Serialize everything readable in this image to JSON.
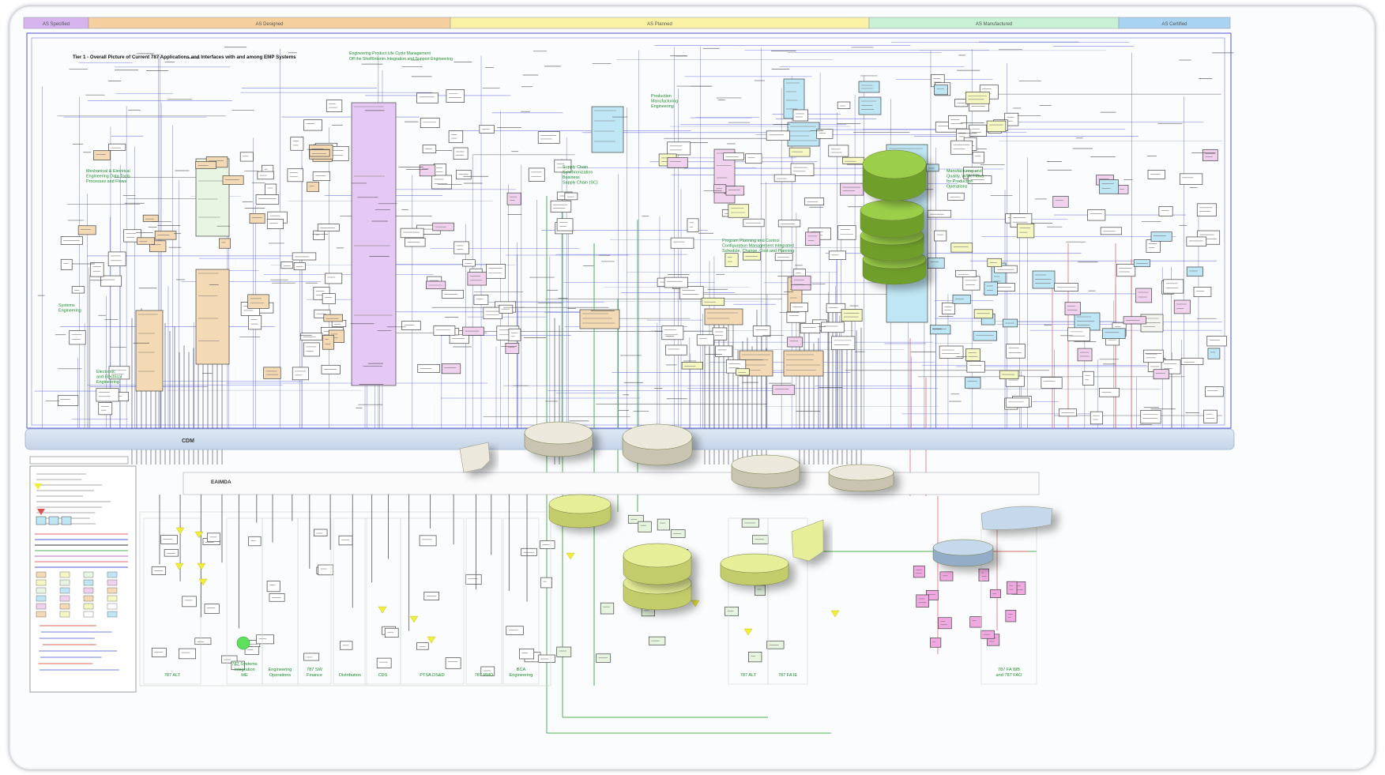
{
  "header_phases": [
    {
      "label": "AS Specified",
      "color": "#d6b4ee"
    },
    {
      "label": "AS Designed",
      "color": "#f6cf9f"
    },
    {
      "label": "AS Planned",
      "color": "#f9f2a4"
    },
    {
      "label": "AS Manufactured",
      "color": "#c8f0d4"
    },
    {
      "label": "AS Certified",
      "color": "#a8d4f2"
    }
  ],
  "title": "Tier 1 - Overall Picture of Current 787 Applications and Interfaces with and among EMP Systems",
  "subtitle_lines": [
    "Engineering Product Life Cycle Management",
    "Off the Shelf/Interim Integration and Support Engineering"
  ],
  "upper_green_labels": [
    [
      "Mechanical & Electrical",
      "Engineering Data Tools",
      "Processes and Flows"
    ],
    [
      "Systems",
      "Engineering"
    ],
    [
      "Electronic",
      "and Electrical",
      "Engineering"
    ],
    [
      "Production",
      "Manufacturing",
      "Engineering"
    ],
    [
      "Supply Chain",
      "Synchronization",
      "Business",
      "Supply Chain (SC)"
    ],
    [
      "Program Planning and Control",
      "Configuration Management Integrated",
      "Schedule, Change, Cost and Planning"
    ],
    [
      "Manufacturing and",
      "Quality, Work Flows",
      "for Production",
      "Operations"
    ]
  ],
  "bus_label": "CDM",
  "bus2_label": "EAIMDA",
  "bottom_lanes": [
    "787 ALT",
    "787 Systems Integration ME",
    "Engineering Operations",
    "787 SW Finance",
    "Distribution",
    "CDS",
    "PTSA DS&D",
    "787 PMO",
    "BCA Engineering",
    "787 ALT",
    "787 FA IE",
    "787 FA WB and 787 FAO"
  ],
  "colors": {
    "green_db": "#8cc043",
    "lime_db": "#e6ee98",
    "gray_db": "#e9e4d8",
    "blue_db": "#b8cfe6",
    "purple_box": "#e6c8f4",
    "cyan_box": "#bfe6f4",
    "tan_box": "#f3d9b4",
    "blue_line": "#5059d8",
    "green_line": "#4fb053",
    "red_line": "#e8626c"
  }
}
